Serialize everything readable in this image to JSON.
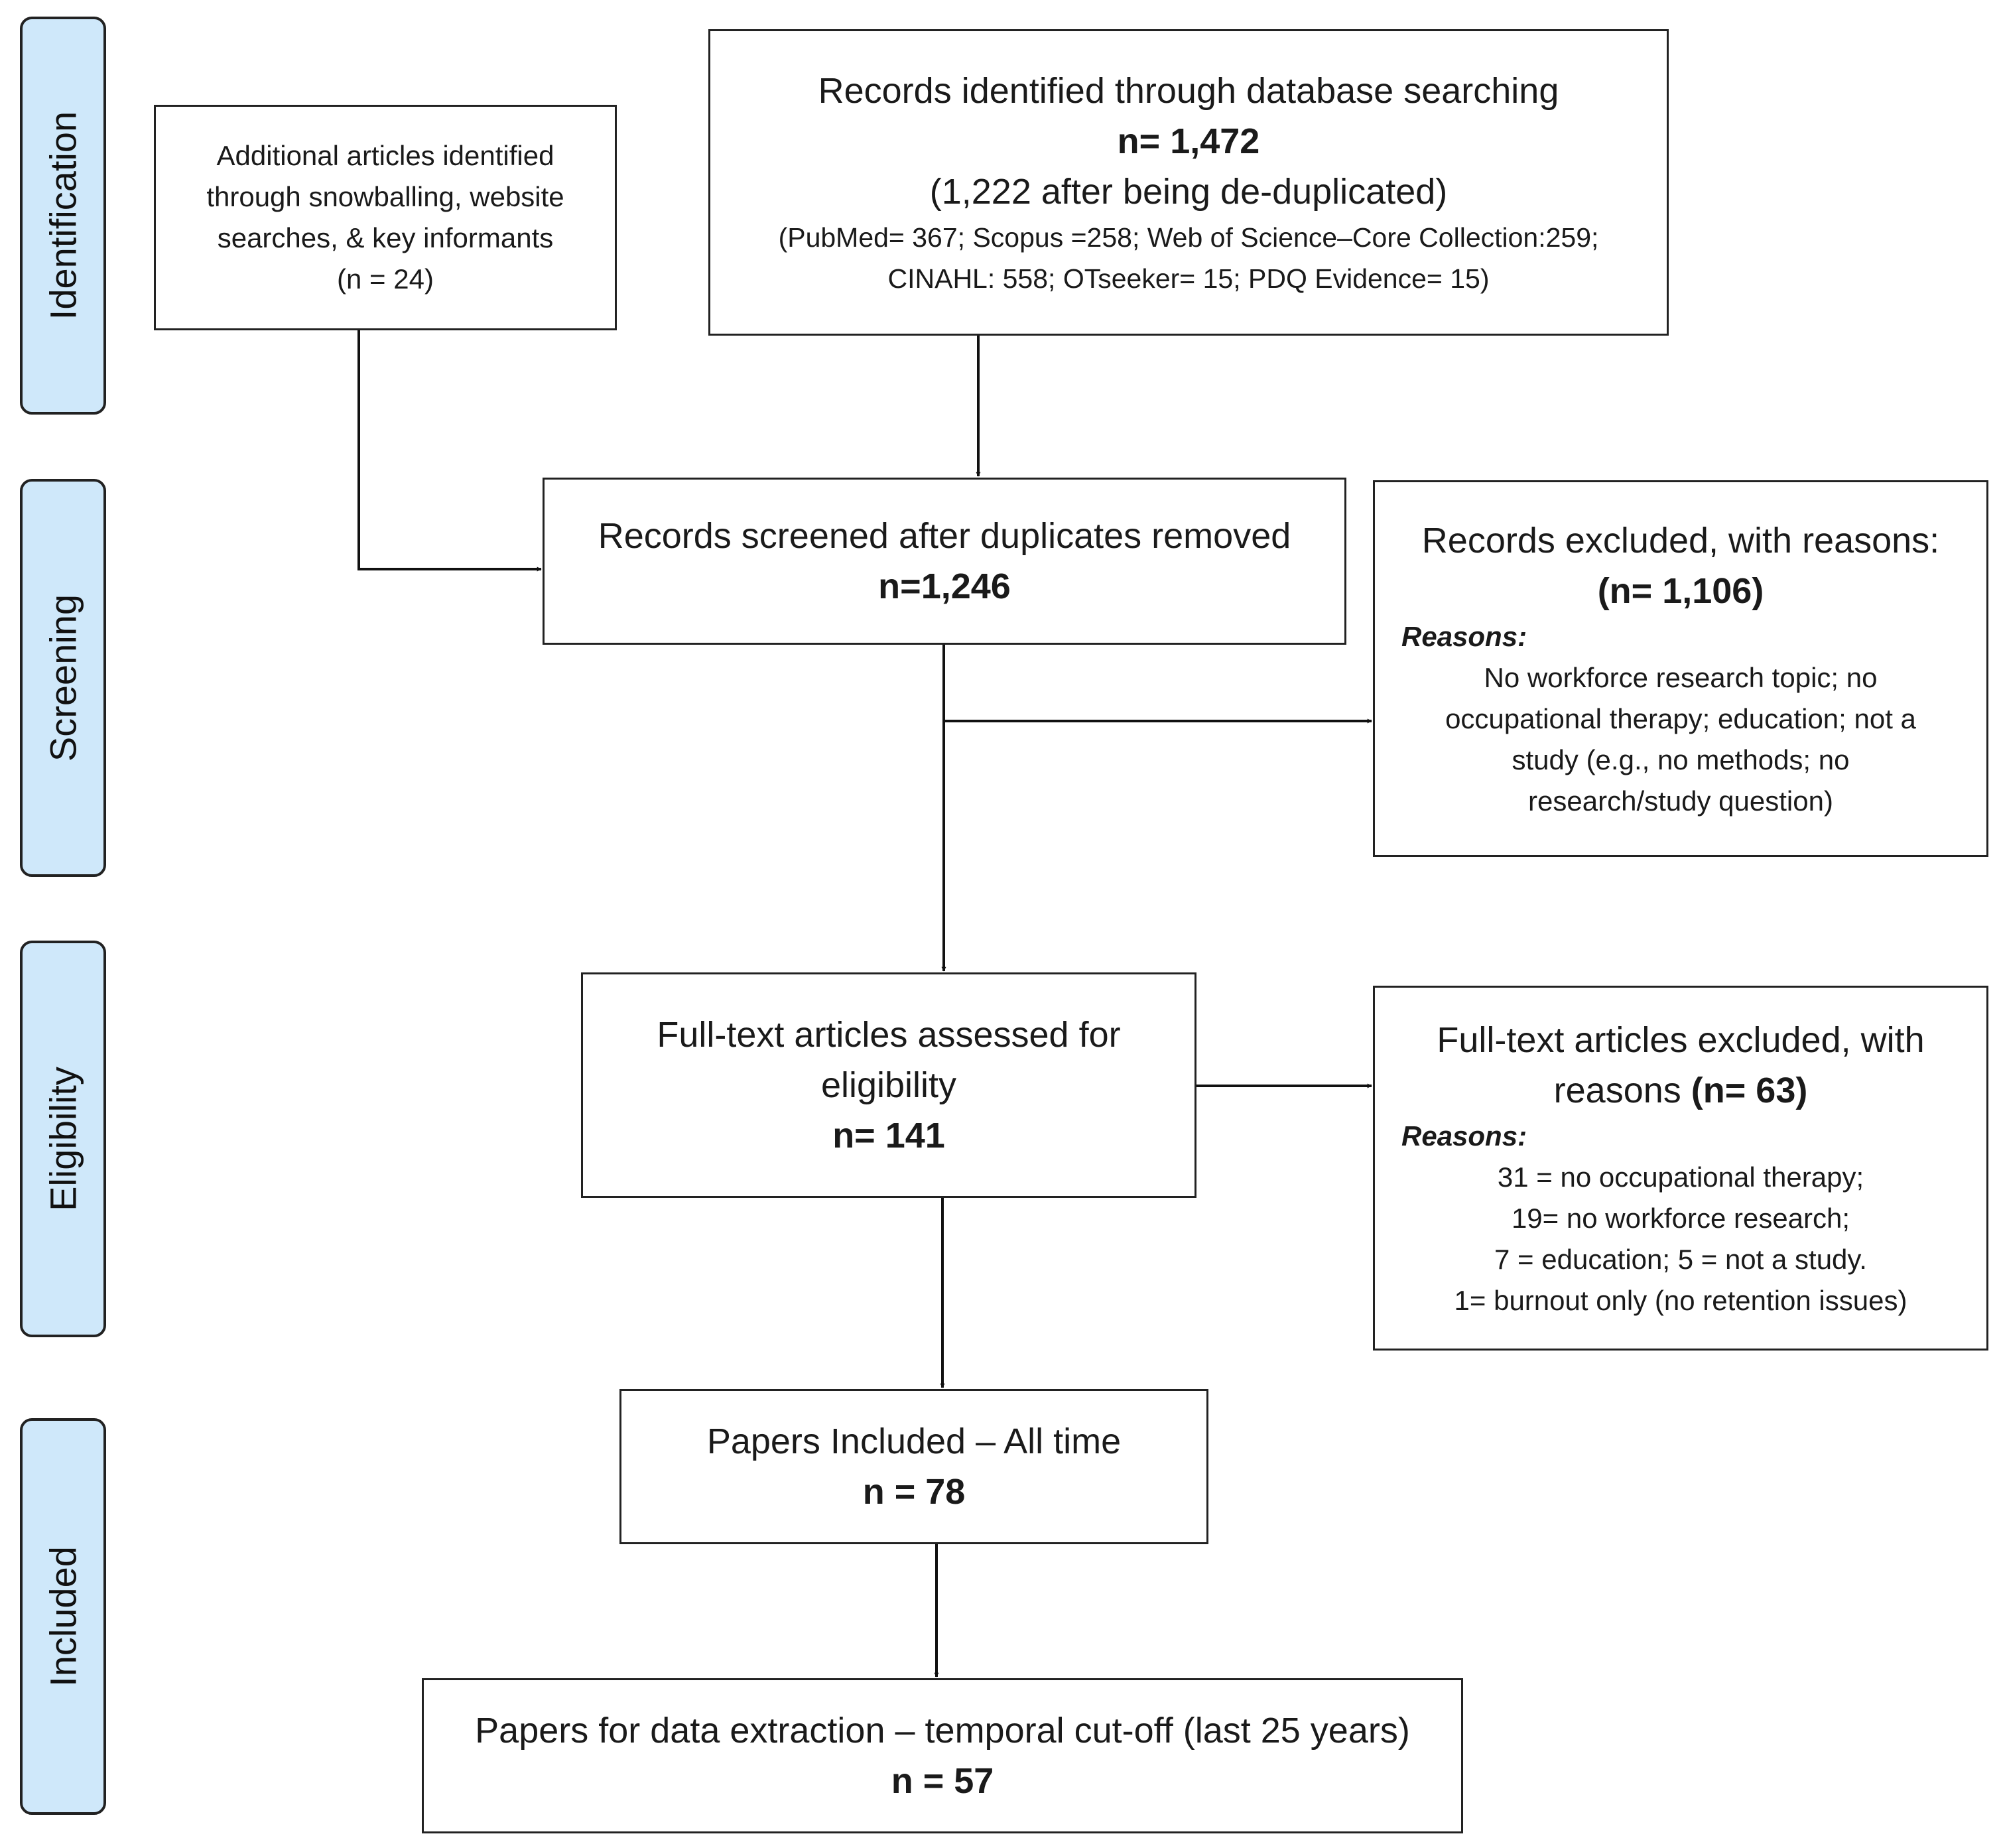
{
  "phases": {
    "identification": "Identification",
    "screening": "Screening",
    "eligibility": "Eligibility",
    "included": "Included"
  },
  "boxes": {
    "database": {
      "title": "Records identified through database searching",
      "count": "n= 1,472",
      "dedup": "(1,222 after being de-duplicated)",
      "sources_line1": "(PubMed= 367; Scopus =258; Web of Science–Core Collection:259;",
      "sources_line2": "CINAHL: 558; OTseeker= 15; PDQ Evidence= 15)"
    },
    "additional": {
      "line1": "Additional articles identified",
      "line2": "through snowballing, website",
      "line3": "searches, & key informants",
      "count": "(n = 24)"
    },
    "screened": {
      "title": "Records screened after duplicates removed",
      "count": "n=1,246"
    },
    "excluded_records": {
      "title": "Records excluded, with reasons:",
      "count": "(n= 1,106)",
      "reasons_label": "Reasons:",
      "reasons_line1": "No workforce research topic; no",
      "reasons_line2": "occupational therapy; education; not a",
      "reasons_line3": "study (e.g., no methods; no",
      "reasons_line4": "research/study question)"
    },
    "fulltext": {
      "line1": "Full-text articles assessed for",
      "line2": "eligibility",
      "count": "n= 141"
    },
    "excluded_fulltext": {
      "line1": "Full-text articles excluded, with",
      "line2_prefix": "reasons ",
      "line2_count": "(n= 63)",
      "reasons_label": "Reasons:",
      "reason1": "31 = no occupational therapy;",
      "reason2": "19= no workforce research;",
      "reason3": "7 = education; 5 = not a study.",
      "reason4": "1= burnout only (no retention issues)"
    },
    "included_all": {
      "title": "Papers Included – All time",
      "count": "n = 78"
    },
    "extraction": {
      "title": "Papers for data extraction – temporal cut-off (last 25 years)",
      "count": "n = 57"
    }
  }
}
